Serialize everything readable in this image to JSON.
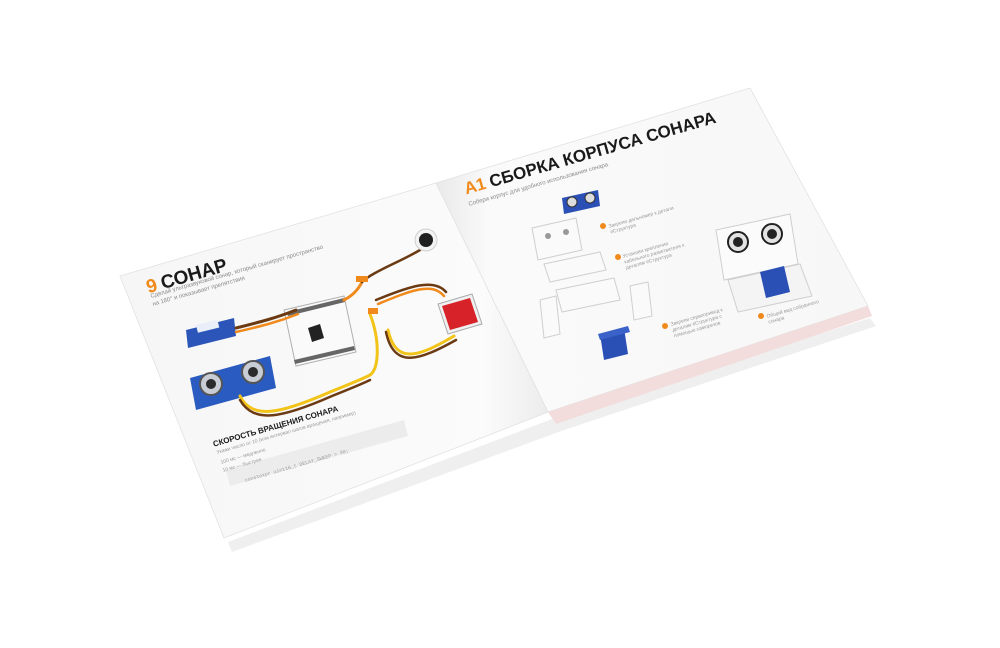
{
  "left_page": {
    "number": "9",
    "title": "СОНАР",
    "intro": "Сделай ультразвуковой сонар, который сканирует пространство",
    "intro2": "на 180° и показывает препятствия",
    "speed_heading": "СКОРОСТЬ ВРАЩЕНИЯ СОНАРА",
    "speed_line1": "Укажи число от 10 (или интервал шагов вращения, например)",
    "speed_item1": "100 мс — медленно",
    "speed_item2": "10 мс — быстрее",
    "code_line": "constexpr uint16_t DELAY_SWEEP = 30;"
  },
  "right_page": {
    "number": "A1",
    "title": "СБОРКА КОРПУСА СОНАРА",
    "intro": "Собери корпус для удобного использования сонара",
    "step1": "Закрепи дальномер к детали #Структура",
    "step2": "Установи крепления кабельного разветвителя к деталям #Структура",
    "step3": "Закрепи сервопривод к деталям #Структура с помощью саморезов",
    "step4": "Общий вид собранного сонара"
  },
  "colors": {
    "accent": "#f08a1c",
    "wire_yellow": "#f2c318",
    "wire_brown": "#6b3a12",
    "board_red": "#d8222a",
    "servo_blue": "#2a4fb5"
  }
}
